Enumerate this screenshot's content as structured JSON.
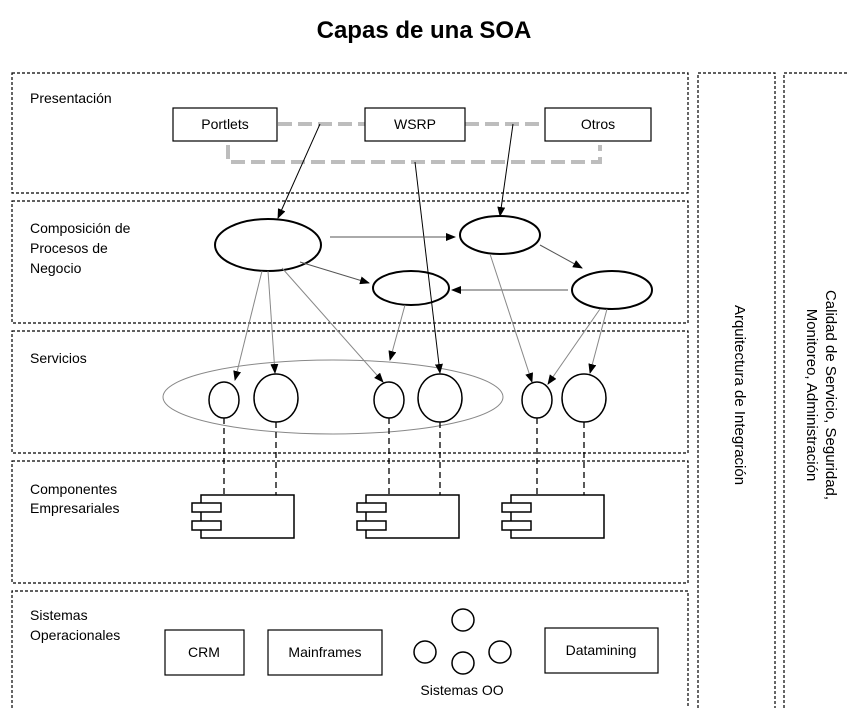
{
  "title": "Capas de una SOA",
  "layers": {
    "presentacion": "Presentación",
    "composicion": [
      "Composición de",
      "Procesos de",
      "Negocio"
    ],
    "servicios": "Servicios",
    "componentes": [
      "Componentes",
      "Empresariales"
    ],
    "sistemas": [
      "Sistemas",
      "Operacionales"
    ]
  },
  "presentation_boxes": {
    "portlets": "Portlets",
    "wsrp": "WSRP",
    "otros": "Otros"
  },
  "operational_systems": {
    "crm": "CRM",
    "mainframes": "Mainframes",
    "sistemas_oo": "Sistemas OO",
    "datamining": "Datamining"
  },
  "side_columns": {
    "integracion": "Arquitectura de Integración",
    "calidad_line1": "Calidad de Servicio, Seguridad,",
    "calidad_line2": "Monitoreo, Administración"
  }
}
